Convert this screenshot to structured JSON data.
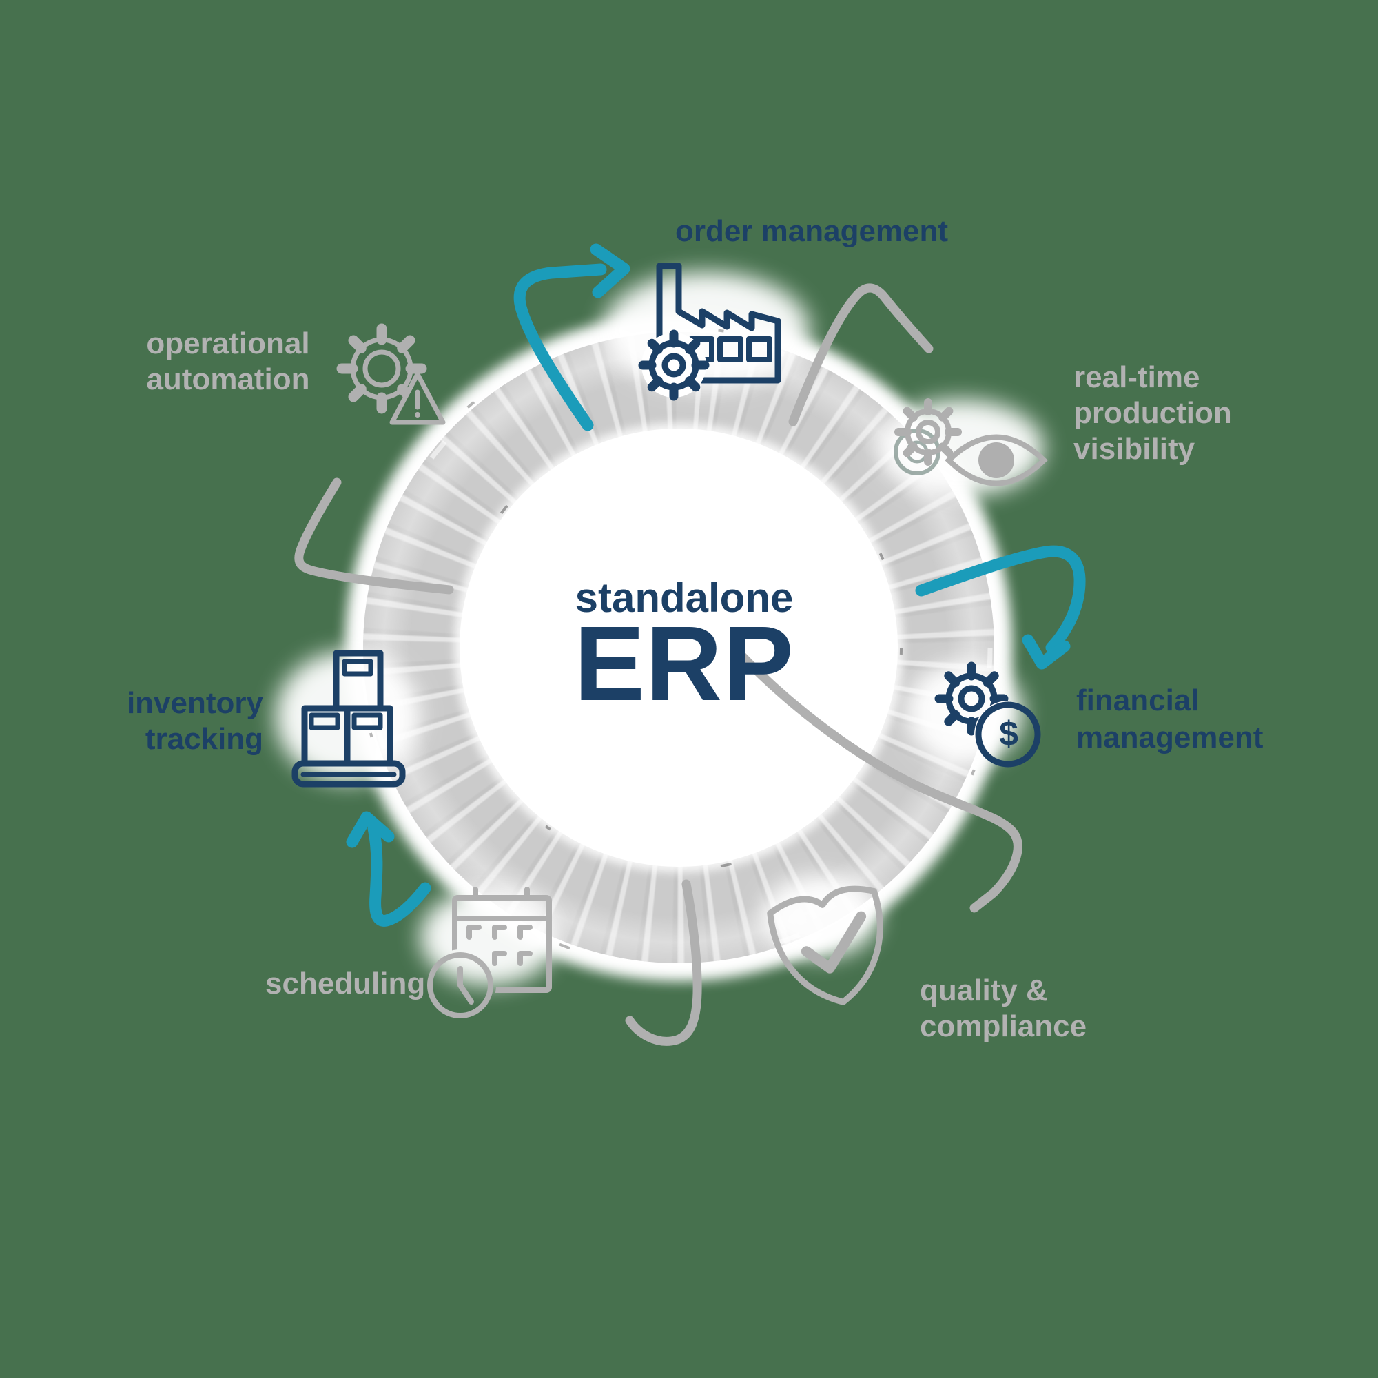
{
  "background_color": "#47714E",
  "colors": {
    "navy": "#1C4066",
    "teal": "#1B9CBA",
    "gray_text": "#B2B2B2",
    "gray_lines": "#B0B0B0",
    "ring_gray": "#CBCBCB",
    "white": "#FFFFFF"
  },
  "center": {
    "subtitle": "standalone",
    "title": "ERP"
  },
  "nodes": [
    {
      "id": "order-management",
      "label": "order management",
      "color": "navy",
      "icon": "factory-icon"
    },
    {
      "id": "production-visibility",
      "label": "real-time\nproduction\nvisibility",
      "color": "gray",
      "icon": "gear-eye-icon"
    },
    {
      "id": "financial-management",
      "label": "financial\nmanagement",
      "color": "navy",
      "icon": "gear-dollar-icon",
      "currency_symbol": "$"
    },
    {
      "id": "quality-compliance",
      "label": "quality &\ncompliance",
      "color": "gray",
      "icon": "shield-check-icon"
    },
    {
      "id": "scheduling",
      "label": "scheduling",
      "color": "gray",
      "icon": "clock-calendar-icon"
    },
    {
      "id": "inventory-tracking",
      "label": "inventory\ntracking",
      "color": "navy",
      "icon": "inventory-boxes-icon"
    },
    {
      "id": "operational-automation",
      "label": "operational\nautomation",
      "color": "gray",
      "icon": "gear-warning-icon"
    }
  ]
}
